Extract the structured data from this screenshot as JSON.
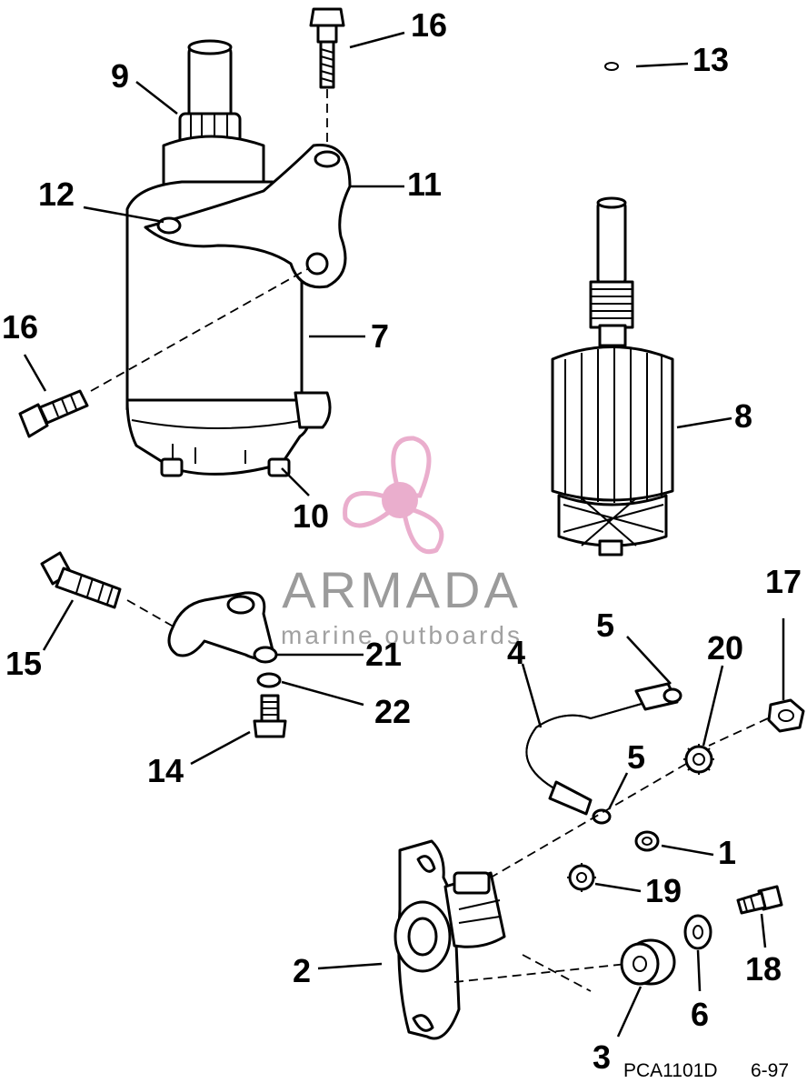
{
  "callouts": {
    "c1": "1",
    "c2": "2",
    "c3": "3",
    "c4": "4",
    "c5a": "5",
    "c5b": "5",
    "c6": "6",
    "c7": "7",
    "c8": "8",
    "c9": "9",
    "c10": "10",
    "c11": "11",
    "c12": "12",
    "c13": "13",
    "c14": "14",
    "c15": "15",
    "c16a": "16",
    "c16b": "16",
    "c17": "17",
    "c18": "18",
    "c19": "19",
    "c20": "20",
    "c21": "21",
    "c22": "22"
  },
  "watermark": {
    "brand": "ARMADA",
    "tagline": "marine outboards",
    "logo_icon": "propeller-logo-icon",
    "logo_color": "#e8a6c8"
  },
  "footer": {
    "part_code": "PCA1101D",
    "date_code": "6-97"
  }
}
